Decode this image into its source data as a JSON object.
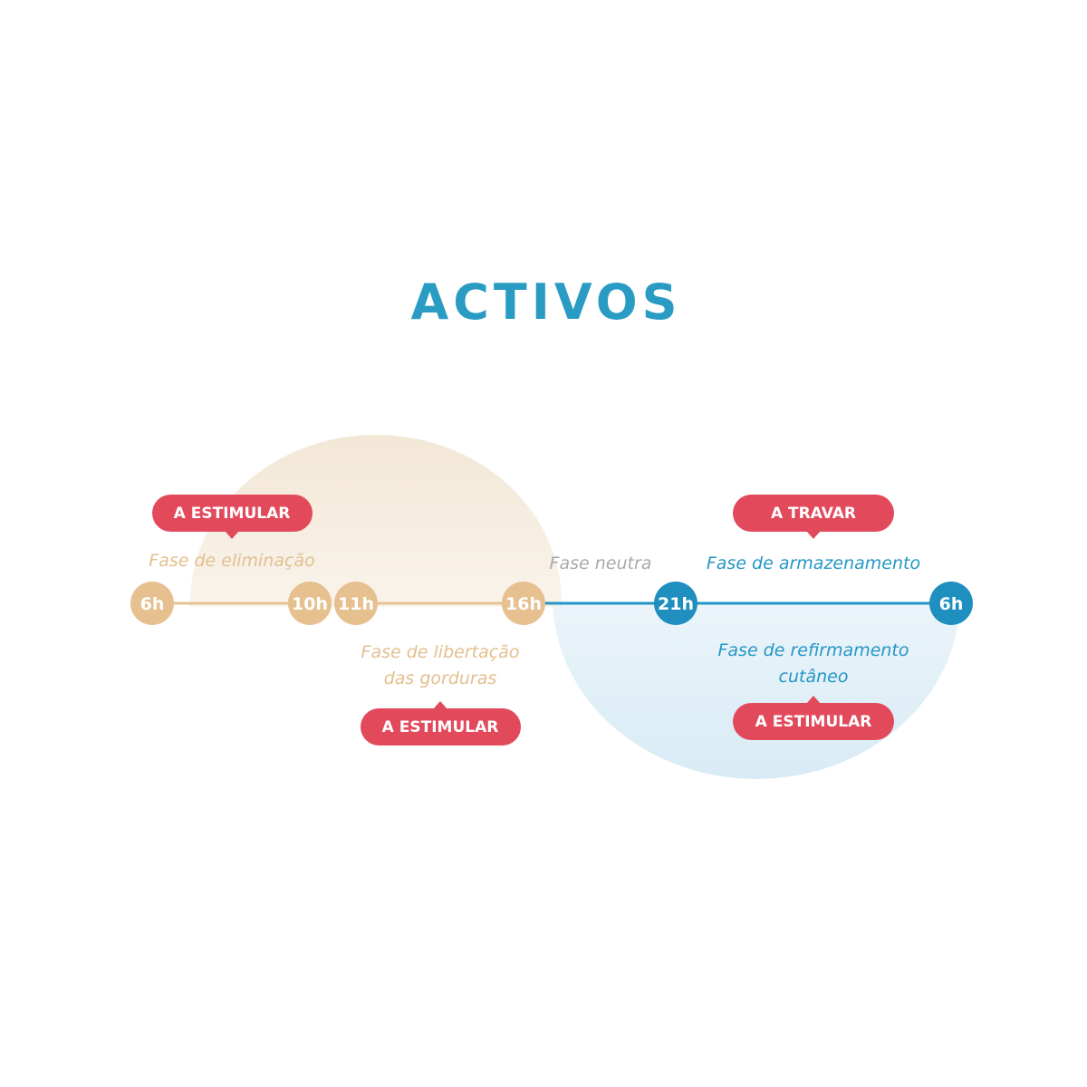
{
  "title": "ACTIVOS",
  "colors": {
    "title": "#2a9cc4",
    "warm_node": "#e6c08f",
    "warm_line": "#e3c491",
    "warm_text": "#e3bf8e",
    "cool_node": "#1f8fbf",
    "cool_line": "#2596c6",
    "cool_text": "#2596c6",
    "neutral_text": "#a9a9a9",
    "badge": "#e24a5c",
    "badge_text": "#ffffff",
    "warm_glow": "#f3e7d6",
    "cool_glow": "#d8ebf5"
  },
  "timeline": {
    "nodes": [
      {
        "label": "6h",
        "tone": "warm"
      },
      {
        "label": "10h",
        "tone": "warm"
      },
      {
        "label": "11h",
        "tone": "warm"
      },
      {
        "label": "16h",
        "tone": "warm"
      },
      {
        "label": "21h",
        "tone": "cool"
      },
      {
        "label": "6h",
        "tone": "cool"
      }
    ]
  },
  "phases": {
    "elimination": "Fase de eliminação",
    "fat_release_line1": "Fase de libertação",
    "fat_release_line2": "das gorduras",
    "neutral": "Fase neutra",
    "storage": "Fase de armazenamento",
    "firming_line1": "Fase de refirmamento",
    "firming_line2": "cutâneo"
  },
  "badges": {
    "stimulate_1": "A ESTIMULAR",
    "stimulate_2": "A ESTIMULAR",
    "brake": "A TRAVAR",
    "stimulate_3": "A ESTIMULAR"
  }
}
